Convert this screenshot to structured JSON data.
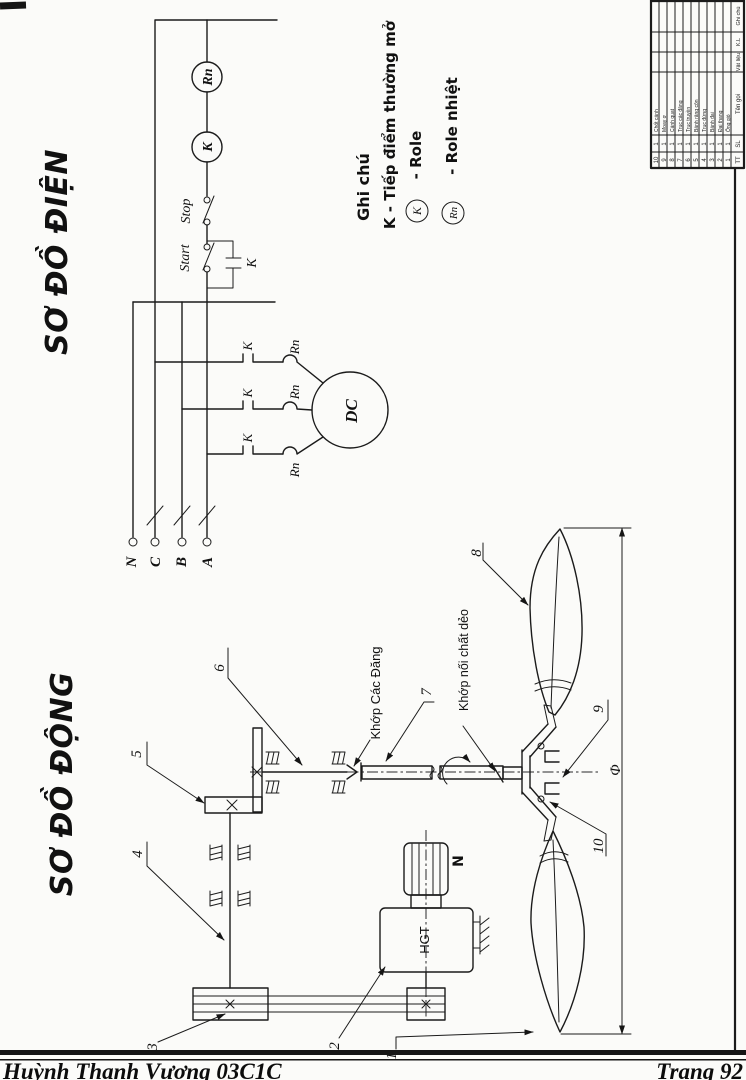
{
  "titles": {
    "electrical": "SƠ ĐỒ ĐIỆN",
    "kinematic": "SƠ ĐỒ ĐỘNG"
  },
  "footer": {
    "author": "Huỳnh Thanh Vương 03C1C",
    "page": "Trang 92"
  },
  "circuit": {
    "stop_label": "Stop",
    "start_label": "Start",
    "hold_contact": "K",
    "relay_coil": "Rn",
    "contactor_coil": "K",
    "terminals": [
      "N",
      "C",
      "B",
      "A"
    ],
    "contact_k": [
      "K",
      "K",
      "K"
    ],
    "thermal_rn": [
      "Rn",
      "Rn",
      "Rn"
    ],
    "motor": "DC"
  },
  "legend": {
    "title": "Ghi chú",
    "note_contact": "K - Tiếp điểm thường mở",
    "k_symbol": "K",
    "k_text": "- Role",
    "rn_symbol": "Rn",
    "rn_text": "- Role nhiệt"
  },
  "mech": {
    "gearbox": "HGT",
    "motor": "N",
    "cardan_label": "Khớp Các Đăng",
    "coupling_label": "Khớp nối chất dẻo",
    "diameter": "Φ",
    "callouts": [
      "1",
      "2",
      "3",
      "4",
      "5",
      "6",
      "7",
      "8",
      "9",
      "10"
    ]
  },
  "parts_table": {
    "headers": {
      "order": "TT",
      "qty": "SL",
      "name": "Tên gọi",
      "material": "Vật liệu",
      "mass": "K.L",
      "note": "Ghi chú"
    },
    "rows": [
      {
        "no": "10",
        "qty": "1",
        "name": "Chốt cánh"
      },
      {
        "no": "9",
        "qty": "1",
        "name": "Moay ơ"
      },
      {
        "no": "8",
        "qty": "1",
        "name": "Cánh quạt"
      },
      {
        "no": "7",
        "qty": "1",
        "name": "Trục các đăng"
      },
      {
        "no": "6",
        "qty": "1",
        "name": "Trục truyền"
      },
      {
        "no": "5",
        "qty": "1",
        "name": "Bánh răng côn"
      },
      {
        "no": "4",
        "qty": "1",
        "name": "Trục đứng"
      },
      {
        "no": "3",
        "qty": "1",
        "name": "Bánh đai"
      },
      {
        "no": "2",
        "qty": "1",
        "name": "Đai thang"
      },
      {
        "no": "1",
        "qty": "1",
        "name": "Ống gió"
      }
    ]
  }
}
